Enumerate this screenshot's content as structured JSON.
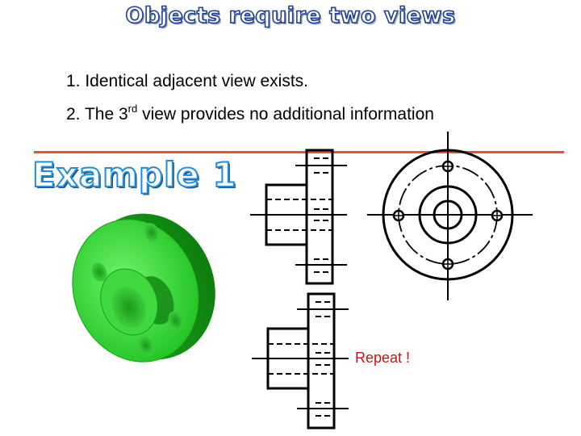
{
  "slide": {
    "title": "Objects require two views",
    "points": [
      "1. Identical adjacent view exists.",
      "2. The 3",
      "rd",
      " view provides no additional information"
    ],
    "example_label": "Example 1",
    "repeat_label": "Repeat !"
  },
  "colors": {
    "title_outline": "#1f3f8f",
    "example_outline": "#1e8de0",
    "divider": "#e8542b",
    "part_green": "#33e033",
    "repeat_text": "#d01010"
  }
}
